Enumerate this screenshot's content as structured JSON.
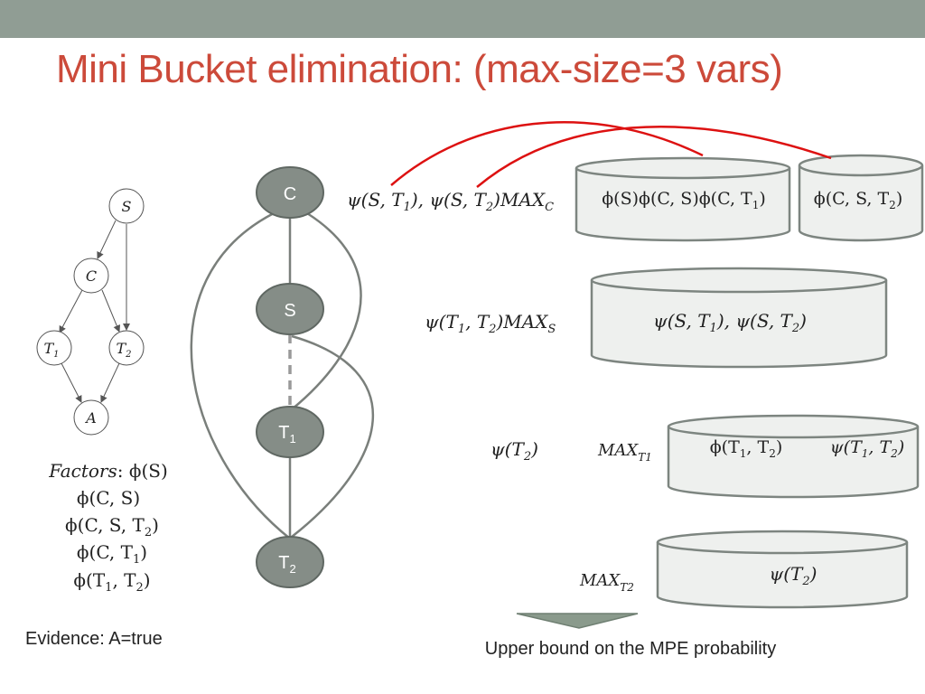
{
  "title": "Mini Bucket elimination: (max-size=3 vars)",
  "colors": {
    "top_bar": "#909d94",
    "title": "#cc4a3a",
    "node_fill": "#858d87",
    "node_stroke": "#606863",
    "edge": "#7a7f7b",
    "bucket_fill": "#eef0ee",
    "bucket_stroke": "#7d8580",
    "red_arrow": "#dd1111",
    "down_arrow": "#8a9a8c"
  },
  "bayes_net": {
    "nodes": {
      "S": "S",
      "C": "C",
      "T1": "T",
      "T1_sub": "1",
      "T2": "T",
      "T2_sub": "2",
      "A": "A"
    }
  },
  "factors": {
    "label": "Factors",
    "line0": "ϕ(S)",
    "line1": "ϕ(C, S)",
    "line2_main": "ϕ(C, S, T",
    "line2_sub": "2",
    "line2_end": ")",
    "line3_main": "ϕ(C, T",
    "line3_sub": "1",
    "line3_end": ")",
    "line4_a": "ϕ(T",
    "line4_sub_a": "1",
    "line4_b": ", T",
    "line4_sub_b": "2",
    "line4_end": ")"
  },
  "evidence": "Evidence: A=true",
  "ordering": {
    "C": "C",
    "S": "S",
    "T1": "T",
    "T1_sub": "1",
    "T2": "T",
    "T2_sub": "2"
  },
  "buckets": {
    "c_msg": {
      "a": "ψ(S, T",
      "a_sub": "1",
      "b": "), ψ(S, T",
      "b_sub": "2",
      "c": ")MAX",
      "c_sub": "C"
    },
    "c_left": {
      "a": "ϕ(S)ϕ(C, S)ϕ(C, T",
      "a_sub": "1",
      "end": ")"
    },
    "c_right": {
      "a": "ϕ(C, S, T",
      "a_sub": "2",
      "end": ")"
    },
    "s_msg": {
      "a": "ψ(T",
      "a_sub": "1",
      "b": ", T",
      "b_sub": "2",
      "c": ")MAX",
      "c_sub": "S"
    },
    "s_bucket": {
      "a": "ψ(S, T",
      "a_sub": "1",
      "b": "), ψ(S, T",
      "b_sub": "2",
      "end": ")"
    },
    "t1_msg": {
      "a": "ψ(T",
      "a_sub": "2",
      "end": ")"
    },
    "t1_max": {
      "a": "MAX",
      "a_sub": "T1"
    },
    "t1_left": {
      "a": "ϕ(T",
      "a_sub": "1",
      "b": ", T",
      "b_sub": "2",
      "end": ")"
    },
    "t1_right": {
      "a": "ψ(T",
      "a_sub": "1",
      "b": ", T",
      "b_sub": "2",
      "end": ")"
    },
    "t2_max": {
      "a": "MAX",
      "a_sub": "T2"
    },
    "t2_bucket": {
      "a": "ψ(T",
      "a_sub": "2",
      "end": ")"
    }
  },
  "result": "Upper bound on the MPE probability"
}
